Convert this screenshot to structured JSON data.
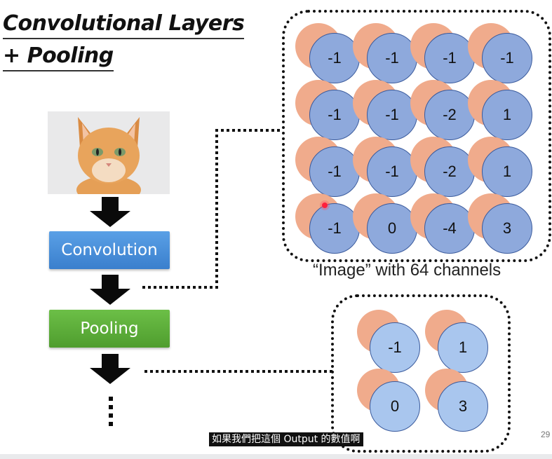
{
  "slide": {
    "title_line1": "Convolutional Layers",
    "title_line2": "+ Pooling",
    "convolution_label": "Convolution",
    "pooling_label": "Pooling",
    "channels_caption": "“Image” with 64 channels",
    "page_number": "29"
  },
  "conv_output": [
    [
      "-1",
      "-1",
      "-1",
      "-1"
    ],
    [
      "-1",
      "-1",
      "-2",
      "1"
    ],
    [
      "-1",
      "-1",
      "-2",
      "1"
    ],
    [
      "-1",
      "0",
      "-4",
      "3"
    ]
  ],
  "pool_output": [
    [
      "-1",
      "1"
    ],
    [
      "0",
      "3"
    ]
  ],
  "subtitle": "如果我們把這個 Output 的數值啊",
  "colors": {
    "convolution_box": "#4a90dc",
    "pooling_box": "#5fae3a",
    "channel_front": "#8ea9dc",
    "pooled_front": "#a9c6ee",
    "channel_back": "#f0ab8c"
  }
}
